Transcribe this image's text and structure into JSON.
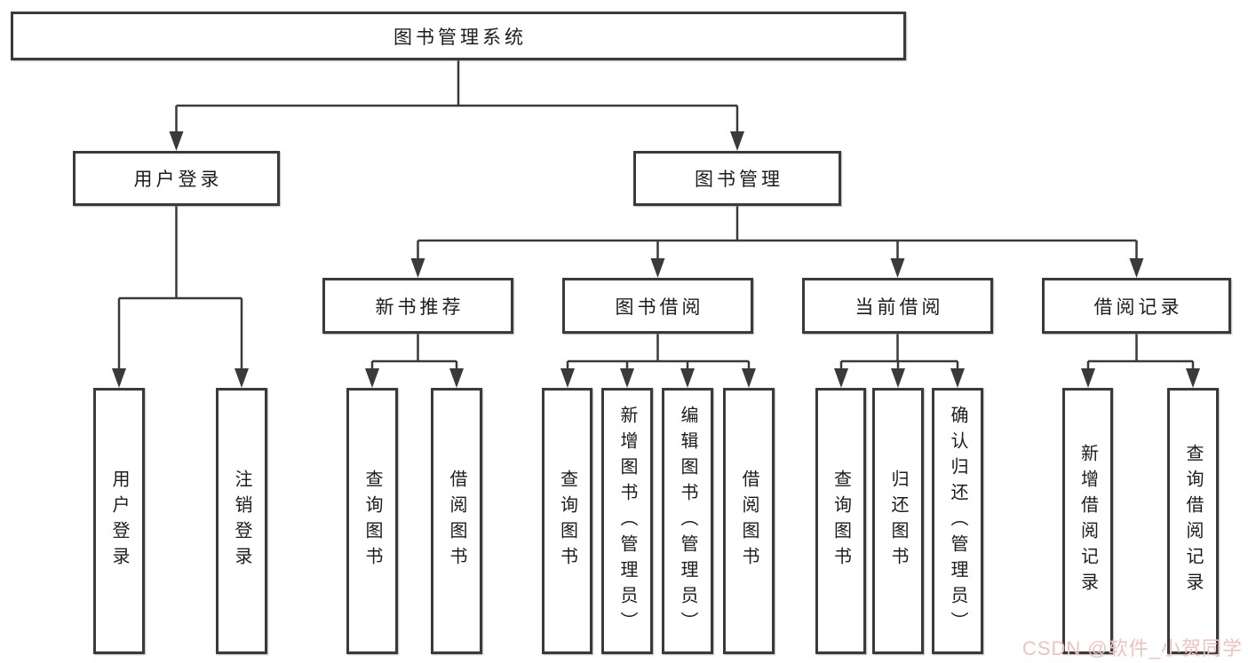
{
  "diagram": {
    "root": "图书管理系统",
    "branches": {
      "user_login": "用户登录",
      "book_management": "图书管理"
    },
    "modules": {
      "new_book_recommend": "新书推荐",
      "book_borrow": "图书借阅",
      "current_borrow": "当前借阅",
      "borrow_records": "借阅记录"
    },
    "leaves": {
      "user_login": [
        "用户登录",
        "注销登录"
      ],
      "new_book_recommend": [
        "查询图书",
        "借阅图书"
      ],
      "book_borrow": [
        "查询图书",
        "新增图书（管理员）",
        "编辑图书（管理员）",
        "借阅图书"
      ],
      "current_borrow": [
        "查询图书",
        "归还图书",
        "确认归还（管理员）"
      ],
      "borrow_records": [
        "新增借阅记录",
        "查询借阅记录"
      ]
    },
    "colors": {
      "line": "#3a3a3a",
      "border": "#3a3a3a",
      "text": "#1c1c1c",
      "background": "#ffffff",
      "watermark": "#eec2be"
    }
  },
  "watermark": "CSDN @软件_小贺同学"
}
